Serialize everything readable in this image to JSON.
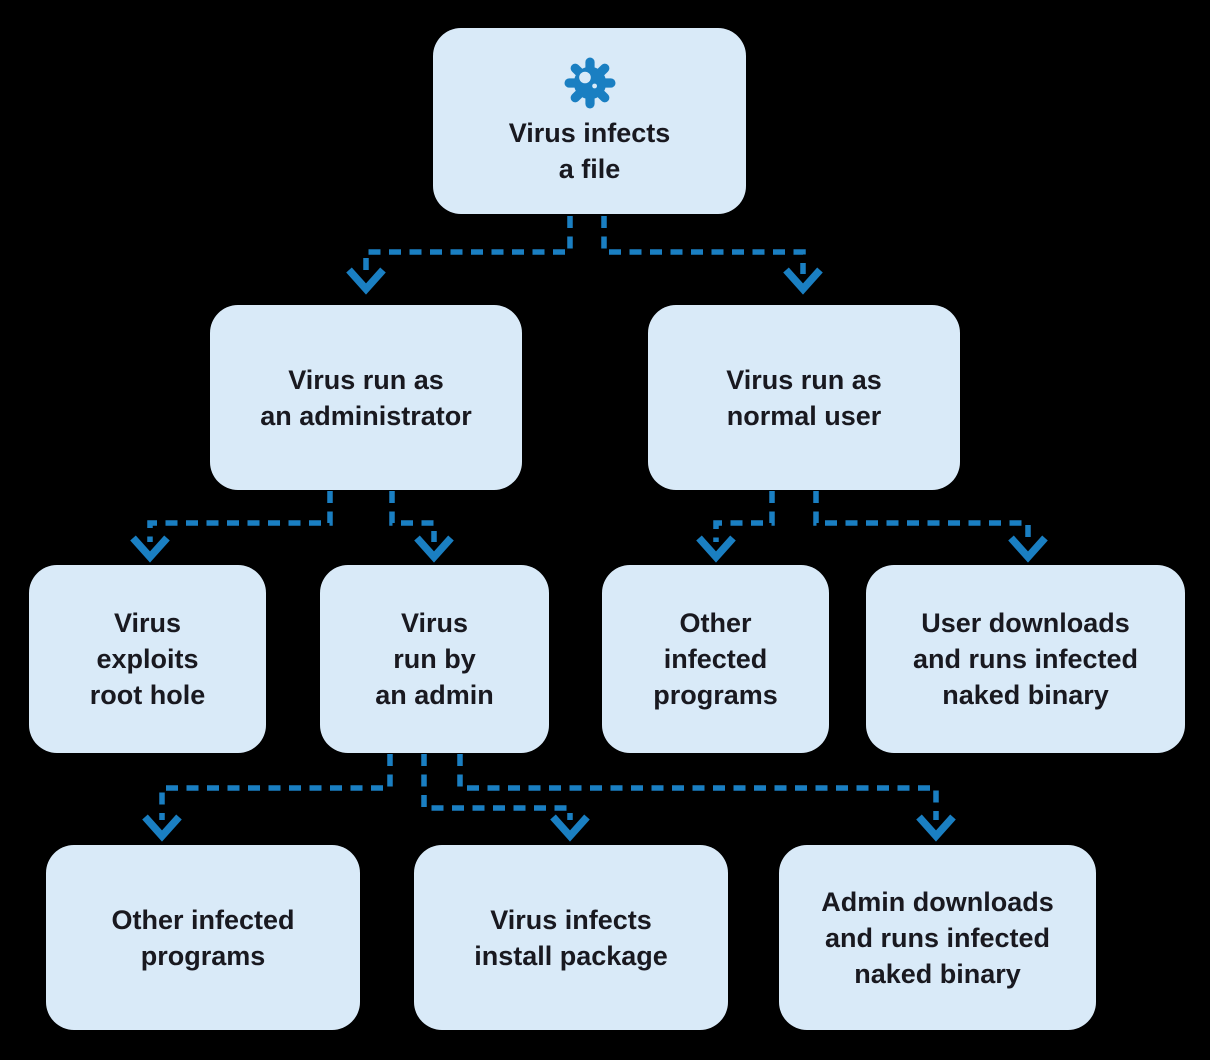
{
  "diagram": {
    "type": "flowchart",
    "colors": {
      "background": "#000000",
      "node_fill": "#d9eaf8",
      "node_text": "#191920",
      "arrow": "#1a7fc2",
      "icon": "#1a7fc2"
    },
    "nodes": {
      "root": {
        "icon": "virus-icon",
        "label": "Virus infects\na file"
      },
      "admin": {
        "label": "Virus run as\nan administrator"
      },
      "user": {
        "label": "Virus run as\nnormal user"
      },
      "root_hole": {
        "label": "Virus\nexploits\nroot hole"
      },
      "run_by_admin": {
        "label": "Virus\nrun by\nan admin"
      },
      "other_infected_user": {
        "label": "Other\ninfected\nprograms"
      },
      "user_downloads": {
        "label": "User downloads\nand runs infected\nnaked binary"
      },
      "other_infected_admin": {
        "label": "Other infected\nprograms"
      },
      "install_package": {
        "label": "Virus infects\ninstall package"
      },
      "admin_downloads": {
        "label": "Admin downloads\nand runs infected\nnaked binary"
      }
    },
    "edges": [
      {
        "from": "root",
        "to": "admin"
      },
      {
        "from": "root",
        "to": "user"
      },
      {
        "from": "admin",
        "to": "root_hole"
      },
      {
        "from": "admin",
        "to": "run_by_admin"
      },
      {
        "from": "user",
        "to": "other_infected_user"
      },
      {
        "from": "user",
        "to": "user_downloads"
      },
      {
        "from": "run_by_admin",
        "to": "other_infected_admin"
      },
      {
        "from": "run_by_admin",
        "to": "install_package"
      },
      {
        "from": "run_by_admin",
        "to": "admin_downloads"
      }
    ]
  }
}
